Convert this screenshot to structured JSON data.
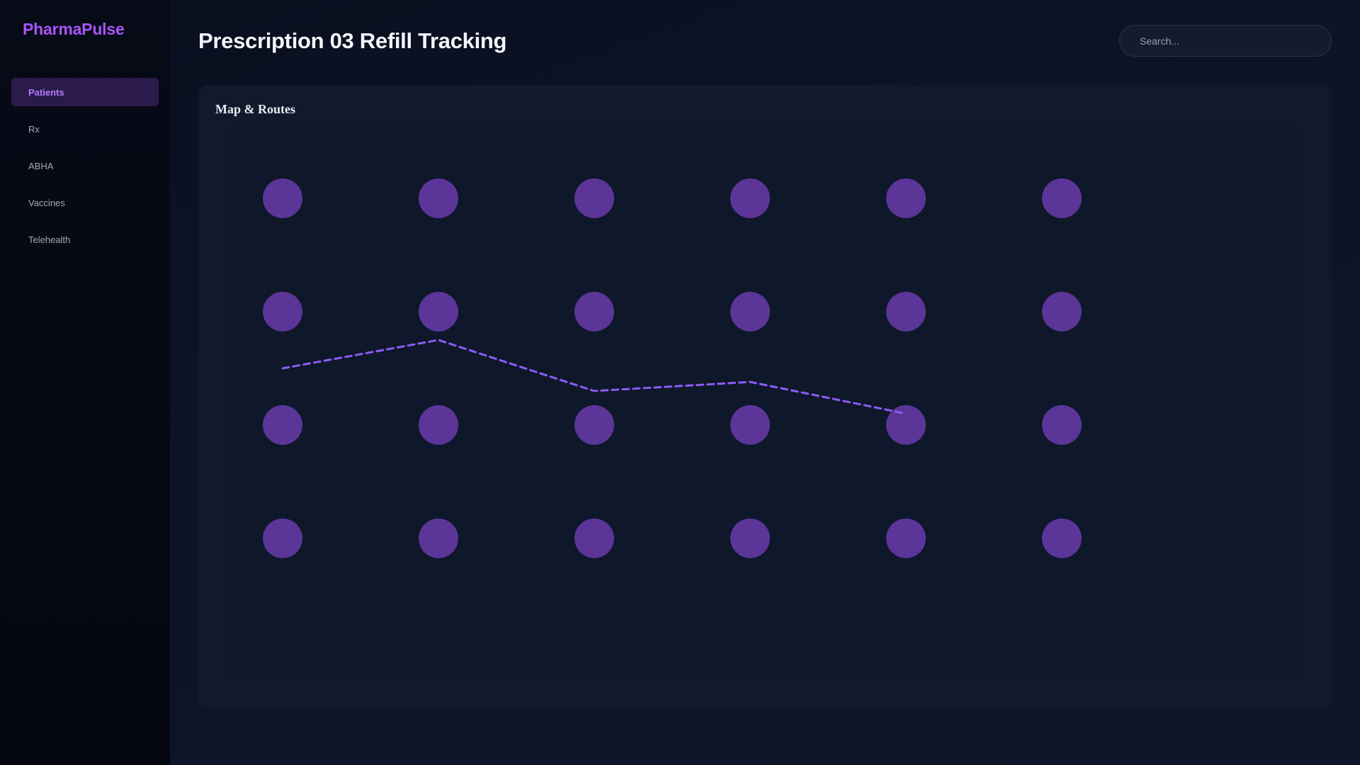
{
  "app": {
    "brand": "PharmaPulse"
  },
  "sidebar": {
    "items": [
      {
        "label": "Patients",
        "active": true
      },
      {
        "label": "Rx",
        "active": false
      },
      {
        "label": "ABHA",
        "active": false
      },
      {
        "label": "Vaccines",
        "active": false
      },
      {
        "label": "Telehealth",
        "active": false
      }
    ]
  },
  "header": {
    "title": "Prescription 03 Refill Tracking",
    "search": {
      "placeholder": "Search...",
      "value": ""
    }
  },
  "map_panel": {
    "title": "Map & Routes",
    "grid": {
      "rows": 4,
      "cols": 6
    },
    "route": [
      {
        "col": 0,
        "row": 1.5
      },
      {
        "col": 1,
        "row": 1.25
      },
      {
        "col": 2,
        "row": 1.7
      },
      {
        "col": 3,
        "row": 1.62
      },
      {
        "col": 4,
        "row": 1.9
      }
    ],
    "colors": {
      "marker": "#5b3597",
      "route": "#8b5cf6",
      "accent": "#a855f7"
    }
  }
}
